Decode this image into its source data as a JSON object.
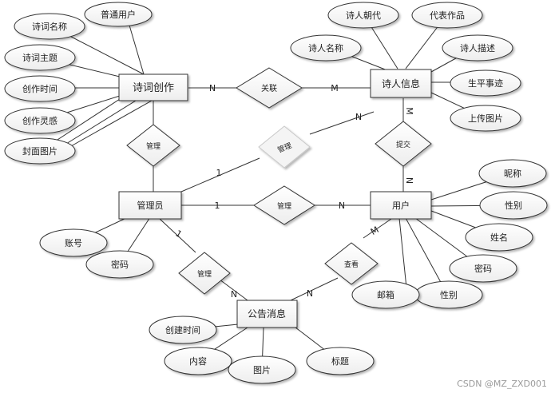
{
  "entities": {
    "poem": "诗词创作",
    "poet": "诗人信息",
    "admin": "管理员",
    "user": "用户",
    "notice": "公告消息"
  },
  "relationships": {
    "poem_poet": "关联",
    "admin_poet": "管理",
    "admin_poem": "管理",
    "poet_user": "提交",
    "admin_user": "管理",
    "admin_notice": "管理",
    "user_notice": "查看"
  },
  "cardinalities": {
    "poem_poet_n": "N",
    "poem_poet_m": "M",
    "admin_poet_1": "1",
    "admin_poet_n": "N",
    "poet_user_m": "M",
    "poet_user_n": "N",
    "admin_user_1": "1",
    "admin_user_n": "N",
    "admin_notice_1": "1",
    "admin_notice_n": "N",
    "user_notice_m": "M",
    "user_notice_n": "N"
  },
  "attributes": {
    "poem": [
      "诗词名称",
      "普通用户",
      "诗词主题",
      "创作时间",
      "创作灵感",
      "封面图片"
    ],
    "poet": [
      "诗人朝代",
      "代表作品",
      "诗人名称",
      "诗人描述",
      "生平事迹",
      "上传图片"
    ],
    "user": [
      "昵称",
      "性别",
      "姓名",
      "密码",
      "性别",
      "邮箱"
    ],
    "admin": [
      "账号",
      "密码"
    ],
    "notice": [
      "创建时间",
      "内容",
      "图片",
      "标题"
    ]
  },
  "watermark": "CSDN @MZ_ZXD001"
}
